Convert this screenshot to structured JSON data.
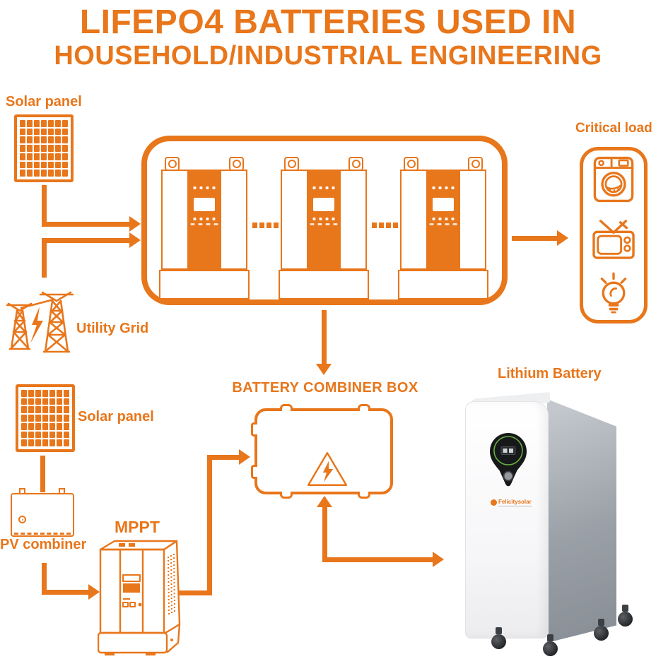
{
  "title": {
    "line1": "LIFEPO4 BATTERIES USED IN",
    "line2": "HOUSEHOLD/INDUSTRIAL ENGINEERING"
  },
  "labels": {
    "solar_panel_top": "Solar panel",
    "utility_grid": "Utility Grid",
    "critical_load": "Critical load",
    "battery_combiner_box": "BATTERY COMBINER BOX",
    "lithium_battery": "Lithium Battery",
    "solar_panel_bottom": "Solar panel",
    "pv_combiner": "PV combiner",
    "mppt": "MPPT"
  },
  "battery": {
    "logo_text": "Felicitysolar"
  },
  "colors": {
    "accent_orange": "#E8761B",
    "background": "#FFFFFF",
    "battery_ring_green": "#70C043",
    "battery_side_gray": "#9AA0A7",
    "battery_display_black": "#17181A"
  },
  "icons": {
    "critical_load_items": [
      "washing-machine-icon",
      "tv-icon",
      "light-bulb-icon"
    ],
    "combiner_symbol": "high-voltage-warning-icon",
    "utility_grid_symbol": "transmission-towers-icon",
    "solar_symbol": "solar-panel-icon"
  }
}
